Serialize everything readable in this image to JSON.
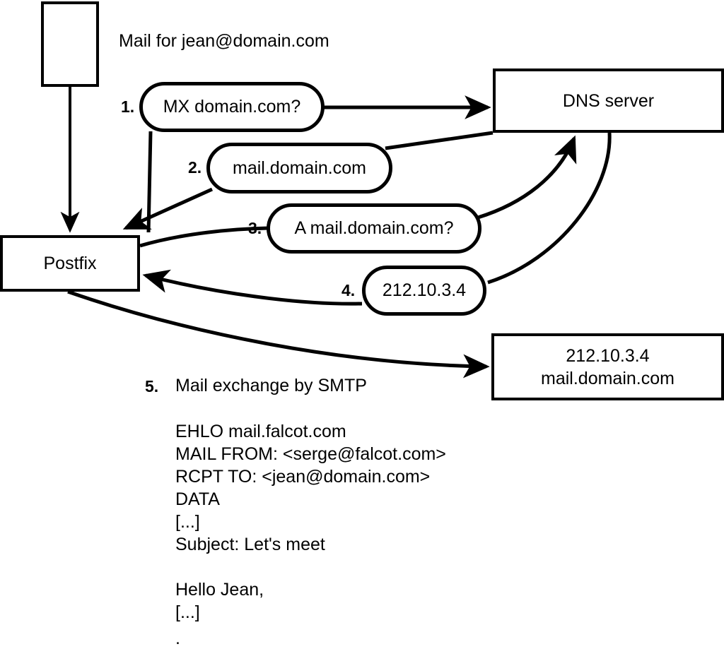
{
  "diagram": {
    "title_note": "Mail for jean@domain.com",
    "nodes": {
      "sender": {
        "label": ""
      },
      "postfix": {
        "label": "Postfix"
      },
      "dns": {
        "label": "DNS server"
      },
      "mailserver": {
        "line1": "212.10.3.4",
        "line2": "mail.domain.com"
      }
    },
    "steps": [
      {
        "num": "1.",
        "label": "MX domain.com?"
      },
      {
        "num": "2.",
        "label": "mail.domain.com"
      },
      {
        "num": "3.",
        "label": "A mail.domain.com?"
      },
      {
        "num": "4.",
        "label": "212.10.3.4"
      },
      {
        "num": "5.",
        "label": "Mail exchange by SMTP"
      }
    ],
    "smtp_transcript": [
      "EHLO mail.falcot.com",
      "MAIL FROM: <serge@falcot.com>",
      "RCPT TO: <jean@domain.com>",
      "DATA",
      "[...]",
      "Subject: Let's meet",
      "",
      "Hello Jean,",
      "[...]",
      "",
      "."
    ],
    "colors": {
      "stroke": "#000000",
      "fill": "#ffffff",
      "text": "#000000"
    }
  }
}
